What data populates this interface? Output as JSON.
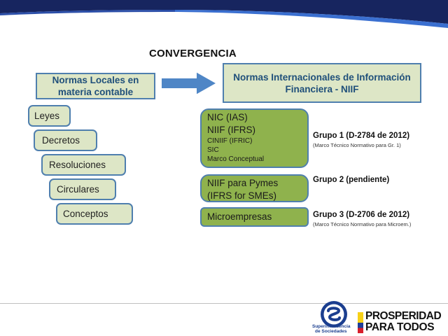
{
  "slide": {
    "title": "CONVERGENCIA",
    "local": {
      "label_line1": "Normas Locales en",
      "label_line2": "materia contable",
      "items": [
        "Leyes",
        "Decretos",
        "Resoluciones",
        "Circulares",
        "Conceptos"
      ]
    },
    "international": {
      "label_line1": "Normas Internacionales de Información",
      "label_line2": "Financiera - NIIF"
    },
    "groups": [
      {
        "box_big": [
          "NIC (IAS)",
          "NIIF (IFRS)"
        ],
        "box_small": [
          "CINIIF (IFRIC)",
          "SIC",
          "Marco Conceptual"
        ],
        "title": "Grupo 1 (D-2784 de 2012)",
        "subtitle": "(Marco Técnico Normativo para Gr. 1)"
      },
      {
        "box_big": [
          "NIIF para Pymes",
          "(IFRS for SMEs)"
        ],
        "box_small": [],
        "title": "Grupo 2 (pendiente)",
        "subtitle": ""
      },
      {
        "box_big": [
          "Microempresas"
        ],
        "box_small": [],
        "title": "Grupo 3 (D-2706 de 2012)",
        "subtitle": "(Marco Técnico Normativo para Microem.)"
      }
    ]
  },
  "footer": {
    "supersociedades_line1": "Superintendencia",
    "supersociedades_line2": "de Sociedades",
    "prosperidad_line1": "PROSPERIDAD",
    "prosperidad_line2": "PARA TODOS"
  },
  "colors": {
    "header_navy": "#17255f",
    "header_blue": "#3a6fd0",
    "label_fill": "#dde6c6",
    "group_green": "#8fb24d",
    "border_blue": "#4f7fae",
    "arrow_blue": "#4f86c6",
    "flag_yellow": "#f7d117",
    "flag_blue": "#1f3f99",
    "flag_red": "#d81e2c"
  }
}
